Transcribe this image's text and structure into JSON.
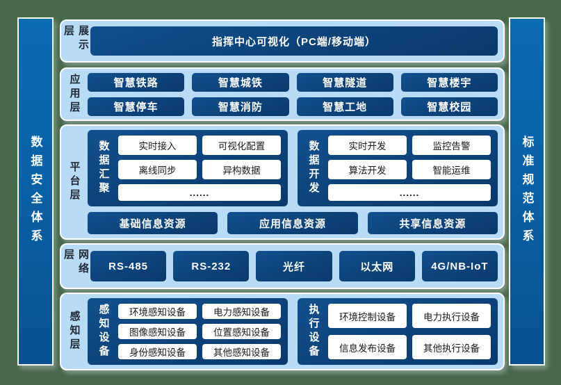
{
  "colors": {
    "background_green": "#48684C",
    "pillar_blue": "#0961A6",
    "layer_panel_blue": "#B9DCF6",
    "box_navy": "#0D4279",
    "chip_white": "#FFFFFF",
    "text_dark": "#1E2733",
    "text_white": "#FFFFFF"
  },
  "pillars": {
    "left": {
      "label": "数据安全体系"
    },
    "right": {
      "label": "标准规范体系"
    }
  },
  "layers": {
    "display": {
      "label": "展示层",
      "box": "指挥中心可视化（PC端/移动端）"
    },
    "application": {
      "label": "应用层",
      "boxes": [
        "智慧铁路",
        "智慧城铁",
        "智慧隧道",
        "智慧楼宇",
        "智慧停车",
        "智慧消防",
        "智慧工地",
        "智慧校园"
      ]
    },
    "platform": {
      "label": "平台层",
      "groups": [
        {
          "label": "数据汇聚",
          "chips": [
            "实时接入",
            "可视化配置",
            "离线同步",
            "异构数据"
          ],
          "more": "......"
        },
        {
          "label": "数据开发",
          "chips": [
            "实时开发",
            "监控告警",
            "算法开发",
            "智能运维"
          ],
          "more": "......"
        }
      ],
      "resources": [
        "基础信息资源",
        "应用信息资源",
        "共享信息资源"
      ]
    },
    "network": {
      "label": "网络层",
      "boxes": [
        "RS-485",
        "RS-232",
        "光纤",
        "以太网",
        "4G/NB-IoT"
      ]
    },
    "perception": {
      "label": "感知层",
      "groups": [
        {
          "label": "感知设备",
          "chips": [
            "环境感知设备",
            "电力感知设备",
            "图像感知设备",
            "位置感知设备",
            "身份感知设备",
            "其他感知设备"
          ]
        },
        {
          "label": "执行设备",
          "chips": [
            "环境控制设备",
            "电力执行设备",
            "信息发布设备",
            "其他执行设备"
          ]
        }
      ]
    }
  }
}
